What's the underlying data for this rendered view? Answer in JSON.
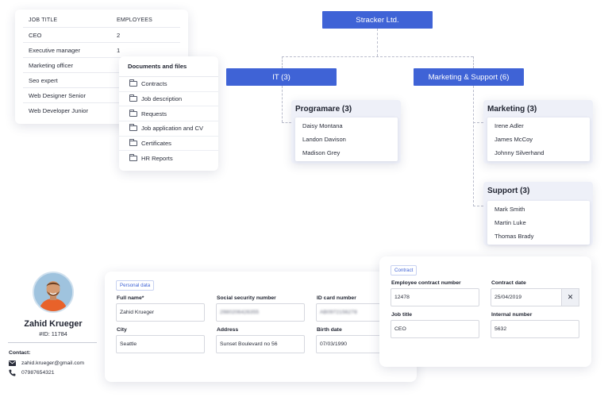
{
  "job_table": {
    "headers": [
      "JOB TITLE",
      "EMPLOYEES"
    ],
    "rows": [
      {
        "title": "CEO",
        "count": "2"
      },
      {
        "title": "Executive manager",
        "count": "1"
      },
      {
        "title": "Marketing officer",
        "count": ""
      },
      {
        "title": "Seo expert",
        "count": ""
      },
      {
        "title": "Web Designer Senior",
        "count": ""
      },
      {
        "title": "Web Developer Junior",
        "count": ""
      }
    ]
  },
  "documents": {
    "title": "Documents and files",
    "items": [
      "Contracts",
      "Job description",
      "Requests",
      "Job application and CV",
      "Certificates",
      "HR Reports"
    ]
  },
  "org": {
    "root": "Stracker Ltd.",
    "it": "IT (3)",
    "marketing_support": "Marketing & Support (6)",
    "teams": {
      "programare": {
        "name": "Programare (3)",
        "members": [
          "Daisy Montana",
          "Landon Davison",
          "Madison Grey"
        ]
      },
      "marketing": {
        "name": "Marketing (3)",
        "members": [
          "Irene Adler",
          "James McCoy",
          "Johnny Silverhand"
        ]
      },
      "support": {
        "name": "Support (3)",
        "members": [
          "Mark Smith",
          "Martin Luke",
          "Thomas Brady"
        ]
      }
    }
  },
  "profile": {
    "name": "Zahid Krueger",
    "id": "#ID: 11784",
    "contact_label": "Contact:",
    "email": "zahid.krueger@gmail.com",
    "phone": "07987654321"
  },
  "personal": {
    "tag": "Personal data",
    "full_name_label": "Full name*",
    "full_name": "Zahid Krueger",
    "ssn_label": "Social security number",
    "ssn": "2980206426355",
    "idcard_label": "ID card number",
    "idcard": "AB0972156278",
    "city_label": "City",
    "city": "Seattle",
    "address_label": "Address",
    "address": "Sunset Boulevard no 56",
    "birth_label": "Birth date",
    "birth": "07/03/1990"
  },
  "contract": {
    "tag": "Contract",
    "number_label": "Employee contract number",
    "number": "12478",
    "date_label": "Contract date",
    "date": "25/04/2019",
    "clear": "✕",
    "jobtitle_label": "Job title",
    "jobtitle": "CEO",
    "internal_label": "Internal number",
    "internal": "5632"
  },
  "colors": {
    "accent": "#3f63d6",
    "team_bg": "#eef0f8",
    "avatar_bg": "#9fc3de"
  }
}
